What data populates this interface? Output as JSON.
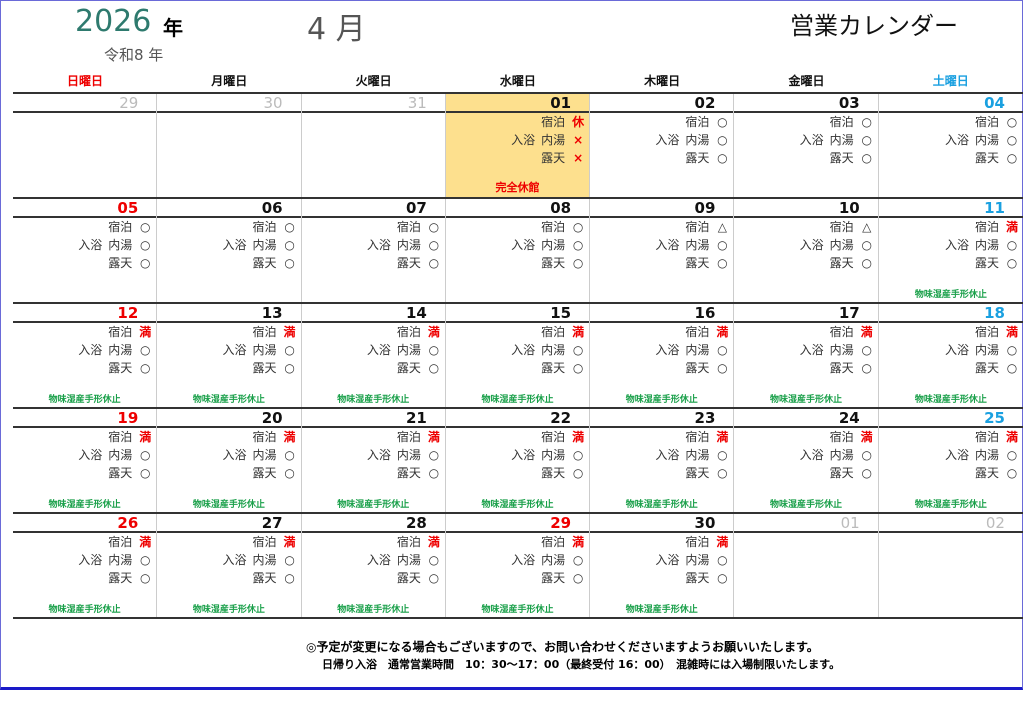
{
  "header": {
    "year": "2026",
    "year_suffix": "年",
    "reiwa": "令和8 年",
    "month": "4 月",
    "title": "営業カレンダー"
  },
  "weekdays": [
    "日曜日",
    "月曜日",
    "火曜日",
    "水曜日",
    "木曜日",
    "金曜日",
    "土曜日"
  ],
  "labels": {
    "stay": "宿泊",
    "bath": "入浴",
    "inner": "内湯",
    "outdoor": "露天"
  },
  "colors": {
    "sunday": "#ee0000",
    "saturday": "#1aa0e0",
    "weekday": "#111111",
    "other_month": "#bbbbbb",
    "highlight": "#fde08e",
    "note": "#1aa04a"
  },
  "weeks": [
    [
      {
        "d": "29",
        "other": true
      },
      {
        "d": "30",
        "other": true
      },
      {
        "d": "31",
        "other": true
      },
      {
        "d": "01",
        "stay": "休",
        "inner": "×",
        "outdoor": "×",
        "closed": "完全休館",
        "hl": true
      },
      {
        "d": "02",
        "stay": "○",
        "inner": "○",
        "outdoor": "○"
      },
      {
        "d": "03",
        "stay": "○",
        "inner": "○",
        "outdoor": "○"
      },
      {
        "d": "04",
        "stay": "○",
        "inner": "○",
        "outdoor": "○"
      }
    ],
    [
      {
        "d": "05",
        "stay": "○",
        "inner": "○",
        "outdoor": "○"
      },
      {
        "d": "06",
        "stay": "○",
        "inner": "○",
        "outdoor": "○"
      },
      {
        "d": "07",
        "stay": "○",
        "inner": "○",
        "outdoor": "○"
      },
      {
        "d": "08",
        "stay": "○",
        "inner": "○",
        "outdoor": "○"
      },
      {
        "d": "09",
        "stay": "△",
        "inner": "○",
        "outdoor": "○"
      },
      {
        "d": "10",
        "stay": "△",
        "inner": "○",
        "outdoor": "○"
      },
      {
        "d": "11",
        "stay": "満",
        "inner": "○",
        "outdoor": "○",
        "note": "物味湿産手形休止"
      }
    ],
    [
      {
        "d": "12",
        "stay": "満",
        "inner": "○",
        "outdoor": "○",
        "note": "物味湿産手形休止"
      },
      {
        "d": "13",
        "stay": "満",
        "inner": "○",
        "outdoor": "○",
        "note": "物味湿産手形休止"
      },
      {
        "d": "14",
        "stay": "満",
        "inner": "○",
        "outdoor": "○",
        "note": "物味湿産手形休止"
      },
      {
        "d": "15",
        "stay": "満",
        "inner": "○",
        "outdoor": "○",
        "note": "物味湿産手形休止"
      },
      {
        "d": "16",
        "stay": "満",
        "inner": "○",
        "outdoor": "○",
        "note": "物味湿産手形休止"
      },
      {
        "d": "17",
        "stay": "満",
        "inner": "○",
        "outdoor": "○",
        "note": "物味湿産手形休止"
      },
      {
        "d": "18",
        "stay": "満",
        "inner": "○",
        "outdoor": "○",
        "note": "物味湿産手形休止"
      }
    ],
    [
      {
        "d": "19",
        "stay": "満",
        "inner": "○",
        "outdoor": "○",
        "note": "物味湿産手形休止"
      },
      {
        "d": "20",
        "stay": "満",
        "inner": "○",
        "outdoor": "○",
        "note": "物味湿産手形休止"
      },
      {
        "d": "21",
        "stay": "満",
        "inner": "○",
        "outdoor": "○",
        "note": "物味湿産手形休止"
      },
      {
        "d": "22",
        "stay": "満",
        "inner": "○",
        "outdoor": "○",
        "note": "物味湿産手形休止"
      },
      {
        "d": "23",
        "stay": "満",
        "inner": "○",
        "outdoor": "○",
        "note": "物味湿産手形休止"
      },
      {
        "d": "24",
        "stay": "満",
        "inner": "○",
        "outdoor": "○",
        "note": "物味湿産手形休止"
      },
      {
        "d": "25",
        "stay": "満",
        "inner": "○",
        "outdoor": "○",
        "note": "物味湿産手形休止"
      }
    ],
    [
      {
        "d": "26",
        "stay": "満",
        "inner": "○",
        "outdoor": "○",
        "note": "物味湿産手形休止"
      },
      {
        "d": "27",
        "stay": "満",
        "inner": "○",
        "outdoor": "○",
        "note": "物味湿産手形休止"
      },
      {
        "d": "28",
        "stay": "満",
        "inner": "○",
        "outdoor": "○",
        "note": "物味湿産手形休止"
      },
      {
        "d": "29",
        "holiday": true,
        "stay": "満",
        "inner": "○",
        "outdoor": "○",
        "note": "物味湿産手形休止"
      },
      {
        "d": "30",
        "stay": "満",
        "inner": "○",
        "outdoor": "○",
        "note": "物味湿産手形休止"
      },
      {
        "d": "01",
        "other": true
      },
      {
        "d": "02",
        "other": true
      }
    ]
  ],
  "footer": {
    "line1": "◎予定が変更になる場合もございますので、お問い合わせくださいますようお願いいたします。",
    "line2": "日帰り入浴　通常営業時間　10：30～17：00（最終受付 16：00）　混雑時には入場制限いたします。"
  }
}
